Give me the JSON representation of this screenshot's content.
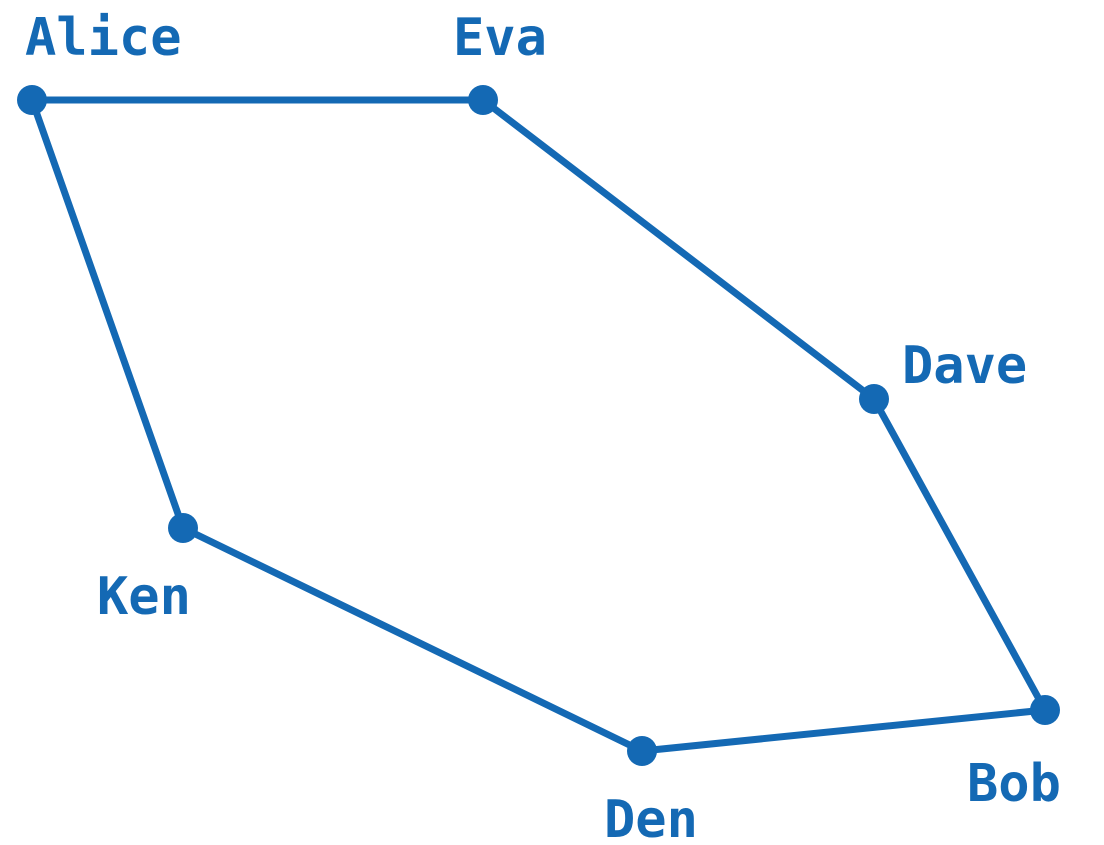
{
  "diagram": {
    "color": "#1469b4",
    "nodes": [
      {
        "id": "alice",
        "label": "Alice"
      },
      {
        "id": "eva",
        "label": "Eva"
      },
      {
        "id": "dave",
        "label": "Dave"
      },
      {
        "id": "bob",
        "label": "Bob"
      },
      {
        "id": "den",
        "label": "Den"
      },
      {
        "id": "ken",
        "label": "Ken"
      }
    ],
    "edges": [
      [
        "alice",
        "eva"
      ],
      [
        "eva",
        "dave"
      ],
      [
        "dave",
        "bob"
      ],
      [
        "bob",
        "den"
      ],
      [
        "den",
        "ken"
      ],
      [
        "ken",
        "alice"
      ]
    ]
  }
}
